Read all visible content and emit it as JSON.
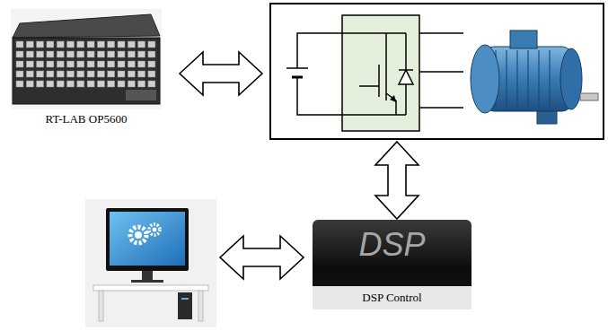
{
  "diagram": {
    "nodes": [
      {
        "text": [
          "RT-LAB OP5600"
        ]
      },
      {
        "text": [
          "DSP",
          "DSP Control"
        ]
      }
    ]
  }
}
